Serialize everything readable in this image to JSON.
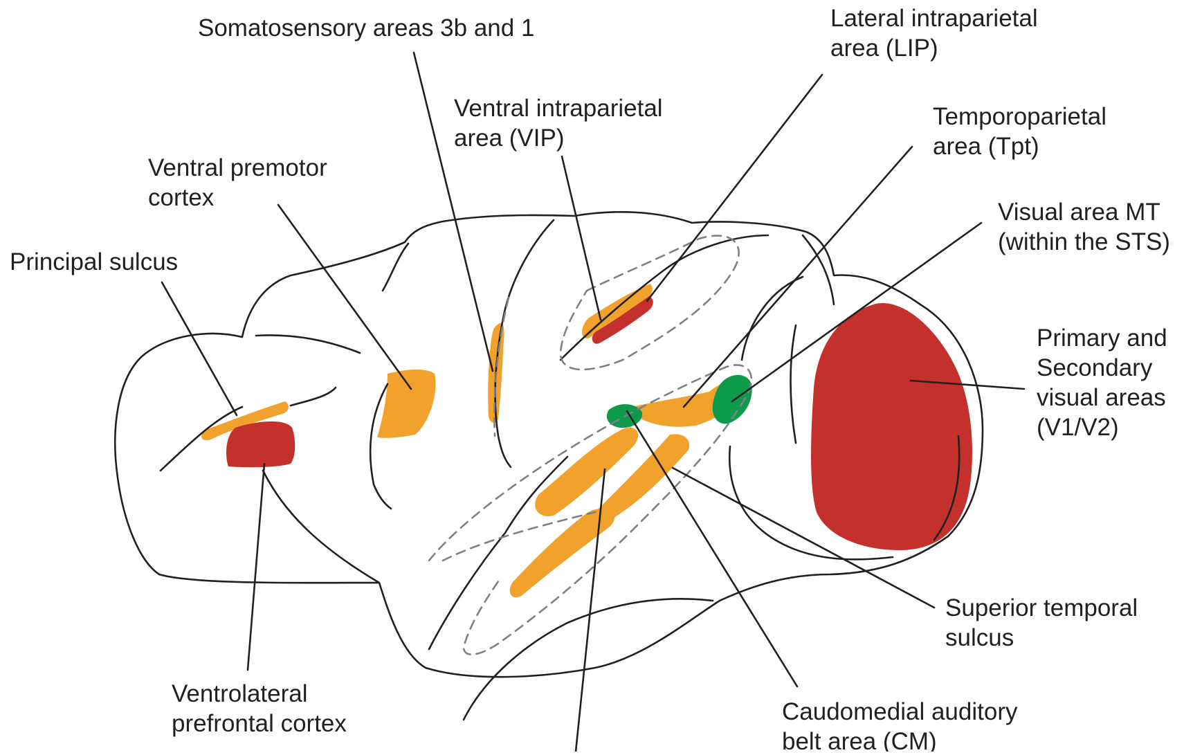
{
  "colors": {
    "orange": "#f0a22c",
    "red": "#c4302b",
    "green": "#0e9a4b",
    "outline": "#231f20",
    "dashed": "#7a8189"
  },
  "labels": {
    "somatosensory": [
      "Somatosensory areas 3b and 1"
    ],
    "lip": [
      "Lateral intraparietal",
      "area (LIP)"
    ],
    "vip": [
      "Ventral intraparietal",
      "area (VIP)"
    ],
    "tpt": [
      "Temporoparietal",
      "area (Tpt)"
    ],
    "ventral_premotor": [
      "Ventral premotor",
      "cortex"
    ],
    "mt": [
      "Visual area MT",
      "(within the STS)"
    ],
    "principal_sulcus": [
      "Principal sulcus"
    ],
    "v1v2": [
      "Primary and",
      "Secondary",
      "visual areas",
      "(V1/V2)"
    ],
    "sts": [
      "Superior temporal",
      "sulcus"
    ],
    "vlpfc": [
      "Ventrolateral",
      "prefrontal cortex"
    ],
    "cm": [
      "Caudomedial auditory",
      "belt area (CM)"
    ]
  }
}
